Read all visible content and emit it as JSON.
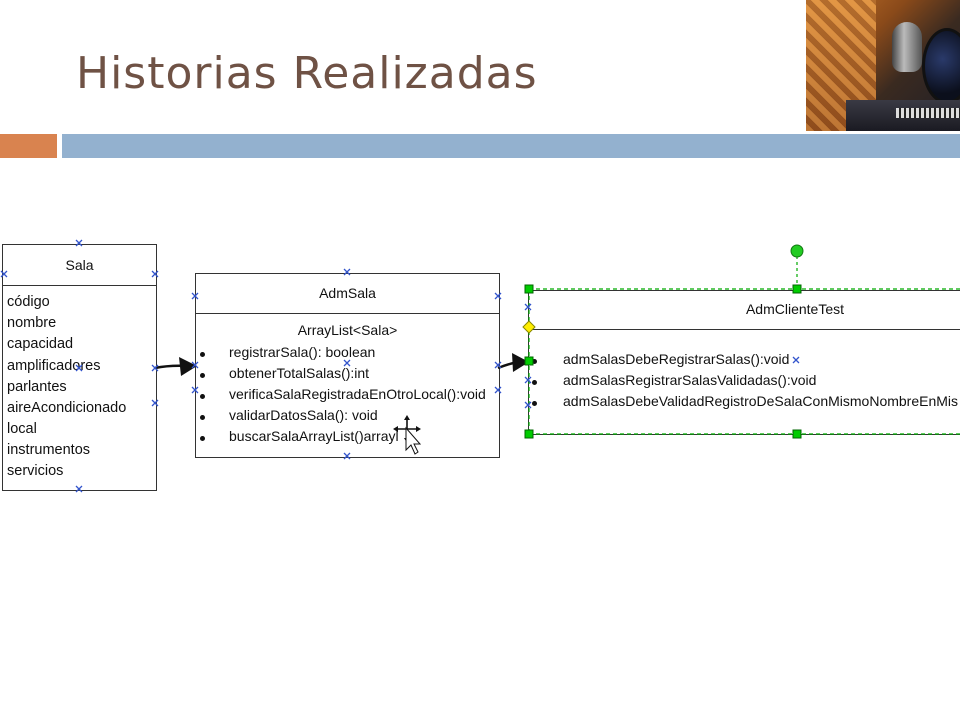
{
  "slide": {
    "title": "Historias Realizadas"
  },
  "diagram": {
    "classes": [
      {
        "name": "Sala",
        "attributes": [
          "código",
          "nombre",
          "capacidad",
          "amplificadores",
          "parlantes",
          "aireAcondicionado",
          "local",
          "instrumentos",
          "servicios"
        ]
      },
      {
        "name": "AdmSala",
        "field": "ArrayList<Sala>",
        "methods": [
          "registrarSala(): boolean",
          "obtenerTotalSalas():int",
          "verificaSalaRegistradaEnOtroLocal():void",
          "validarDatosSala(): void",
          "buscarSalaArrayList()arrayl"
        ]
      },
      {
        "name": "AdmClienteTest",
        "methods": [
          "admSalasDebeRegistrarSalas():void",
          "admSalasRegistrarSalasValidadas():void",
          "admSalasDebeValidadRegistroDeSalaConMismoNombreEnMis"
        ]
      }
    ],
    "relations": [
      {
        "from": "Sala",
        "to": "AdmSala",
        "type": "association-arrow"
      },
      {
        "from": "AdmSala",
        "to": "AdmClienteTest",
        "type": "association-arrow"
      }
    ],
    "selection": {
      "element": "AdmClienteTest",
      "handle_color": "#00cc00",
      "rotate_handle_color": "#22cc22",
      "connector_handle_color": "#ffee00"
    },
    "marker_color": "#3355cc",
    "cursor": "move-cursor-icon"
  },
  "colors": {
    "title": "#6f5245",
    "accent_orange": "#d9834f",
    "accent_blue": "#93b1cf"
  },
  "image": {
    "subject": "recording-studio-photo"
  }
}
